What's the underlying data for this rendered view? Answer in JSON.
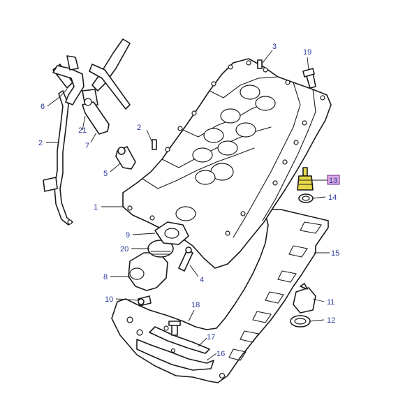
{
  "colors": {
    "callout_text": "#2a3a9a",
    "line": "#1a1a1a",
    "highlight_part": "#e8d84a",
    "highlight_label_bg": "#d9a7e3"
  },
  "highlighted_callout": "13",
  "callouts": [
    {
      "id": "1",
      "label": "1"
    },
    {
      "id": "2a",
      "label": "2"
    },
    {
      "id": "2b",
      "label": "2"
    },
    {
      "id": "3",
      "label": "3"
    },
    {
      "id": "4",
      "label": "4"
    },
    {
      "id": "5",
      "label": "5"
    },
    {
      "id": "6",
      "label": "6"
    },
    {
      "id": "7",
      "label": "7"
    },
    {
      "id": "8",
      "label": "8"
    },
    {
      "id": "9",
      "label": "9"
    },
    {
      "id": "10",
      "label": "10"
    },
    {
      "id": "11",
      "label": "11"
    },
    {
      "id": "12",
      "label": "12"
    },
    {
      "id": "13",
      "label": "13"
    },
    {
      "id": "14",
      "label": "14"
    },
    {
      "id": "15",
      "label": "15"
    },
    {
      "id": "16",
      "label": "16"
    },
    {
      "id": "17",
      "label": "17"
    },
    {
      "id": "18",
      "label": "18"
    },
    {
      "id": "19",
      "label": "19"
    },
    {
      "id": "20",
      "label": "20"
    },
    {
      "id": "21",
      "label": "21"
    }
  ]
}
